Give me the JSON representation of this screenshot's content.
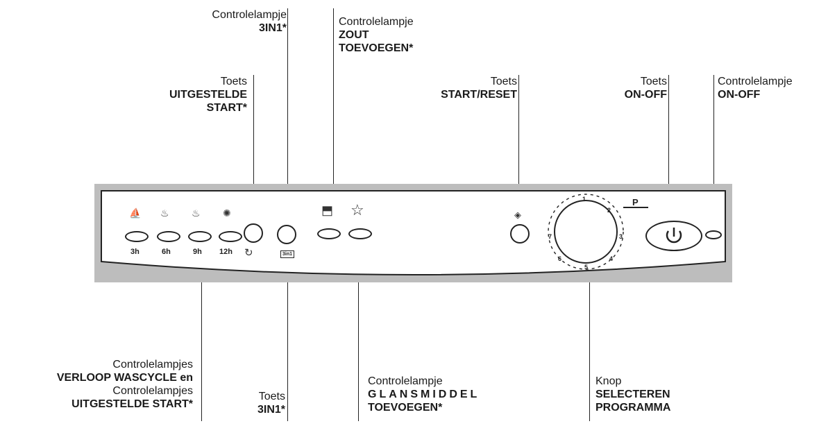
{
  "labels": {
    "lamp_3in1": {
      "line1": "Controlelampje",
      "line2": "3IN1*"
    },
    "lamp_zout": {
      "line1": "Controlelampje",
      "line2": "ZOUT",
      "line3": "TOEVOEGEN*"
    },
    "key_uitgestelde": {
      "line1": "Toets",
      "line2": "UITGESTELDE",
      "line3": "START*"
    },
    "key_start_reset": {
      "line1": "Toets",
      "line2": "START/RESET"
    },
    "key_on_off": {
      "line1": "Toets",
      "line2": "ON-OFF"
    },
    "lamp_on_off": {
      "line1": "Controlelampje",
      "line2": "ON-OFF"
    },
    "lamps_verloop": {
      "line1": "Controlelampjes",
      "line2": "VERLOOP WASCYCLE en",
      "line3": "Controlelampjes",
      "line4": "UITGESTELDE START*"
    },
    "key_3in1": {
      "line1": "Toets",
      "line2": "3IN1*"
    },
    "lamp_glansmiddel": {
      "line1": "Controlelampje",
      "line2": "GLANSMIDDEL",
      "line3": "TOEVOEGEN*"
    },
    "knob": {
      "line1": "Knop",
      "line2": "SELECTEREN",
      "line3": "PROGRAMMA"
    }
  },
  "panel": {
    "hours": [
      "3h",
      "6h",
      "9h",
      "12h"
    ],
    "icon_3in1_label": "3in1",
    "knob_numbers": [
      "1",
      "2",
      "3",
      "4",
      "5",
      "6",
      "7"
    ],
    "p_label": "P"
  }
}
